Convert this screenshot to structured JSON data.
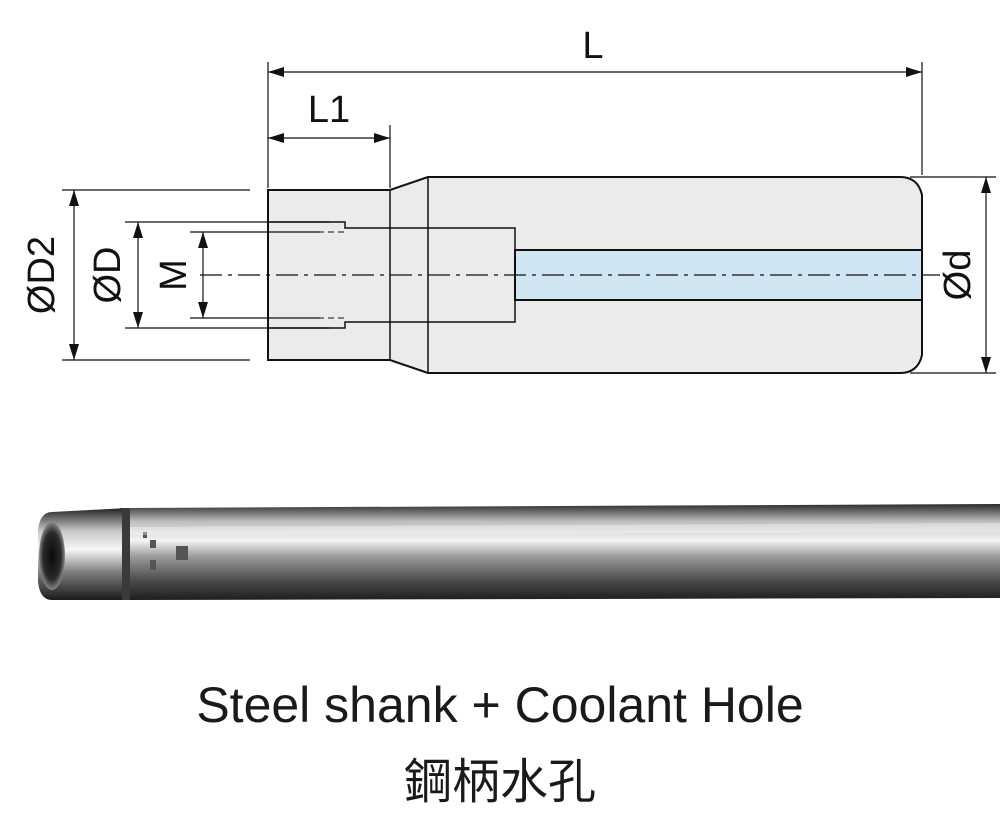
{
  "dimensions": {
    "overall_length": "L",
    "bore_depth": "L1",
    "outer_diameter_front": "ØD2",
    "bore_diameter": "ØD",
    "thread": "M",
    "shank_diameter": "Ød"
  },
  "caption": {
    "english": "Steel shank + Coolant Hole",
    "chinese": "鋼柄水孔"
  },
  "colors": {
    "body_fill": "#ebebeb",
    "coolant_hole": "#cfe5f1",
    "line": "#111111"
  }
}
